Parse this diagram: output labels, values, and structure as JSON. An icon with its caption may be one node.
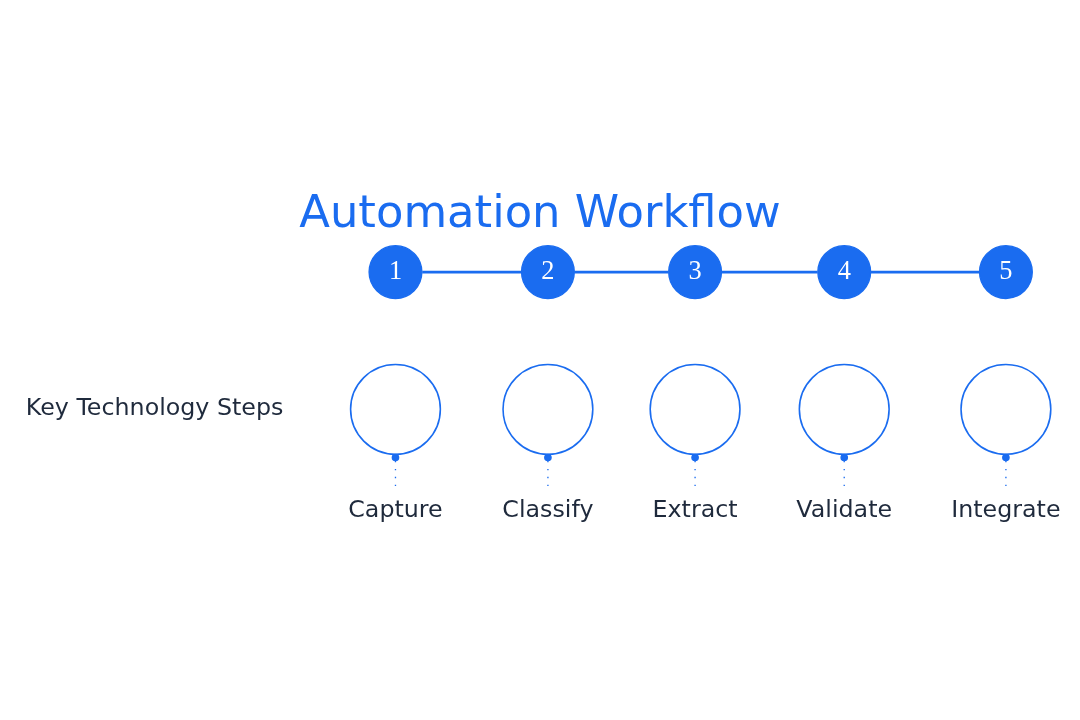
{
  "diagram": {
    "title": "Automation Workflow",
    "nodes": [
      {
        "text": [
          "1"
        ]
      },
      {
        "text": [],
        "shape": "circle"
      },
      {
        "text": [
          "Capture"
        ]
      },
      {
        "text": [
          "2"
        ]
      },
      {
        "text": [],
        "shape": "circle"
      },
      {
        "text": [
          "Classify"
        ]
      },
      {
        "text": [
          "3"
        ]
      },
      {
        "text": [],
        "shape": "circle"
      },
      {
        "text": [
          "Extract"
        ]
      },
      {
        "text": [
          "4"
        ]
      },
      {
        "text": [],
        "shape": "circle"
      },
      {
        "text": [
          "Validate"
        ]
      },
      {
        "text": [
          "5"
        ]
      },
      {
        "text": [],
        "shape": "circle"
      },
      {
        "text": [
          "Integrate"
        ]
      }
    ],
    "edges": [
      {
        "from": 0,
        "to": 3,
        "arrow": "none"
      },
      {
        "from": 3,
        "to": 6,
        "arrow": "none"
      },
      {
        "from": 6,
        "to": 9,
        "arrow": "none"
      },
      {
        "from": 9,
        "to": 12,
        "arrow": "none"
      },
      {
        "from": 1,
        "to": 2,
        "arrow": "other",
        "style": "dashed"
      },
      {
        "from": 4,
        "to": 5,
        "arrow": "other",
        "style": "dashed"
      },
      {
        "from": 7,
        "to": 8,
        "arrow": "other",
        "style": "dashed"
      },
      {
        "from": 10,
        "to": 11,
        "arrow": "other",
        "style": "dashed"
      },
      {
        "from": 13,
        "to": 14,
        "arrow": "other",
        "style": "dashed"
      }
    ],
    "labels": [
      "Key Technology Steps"
    ]
  }
}
